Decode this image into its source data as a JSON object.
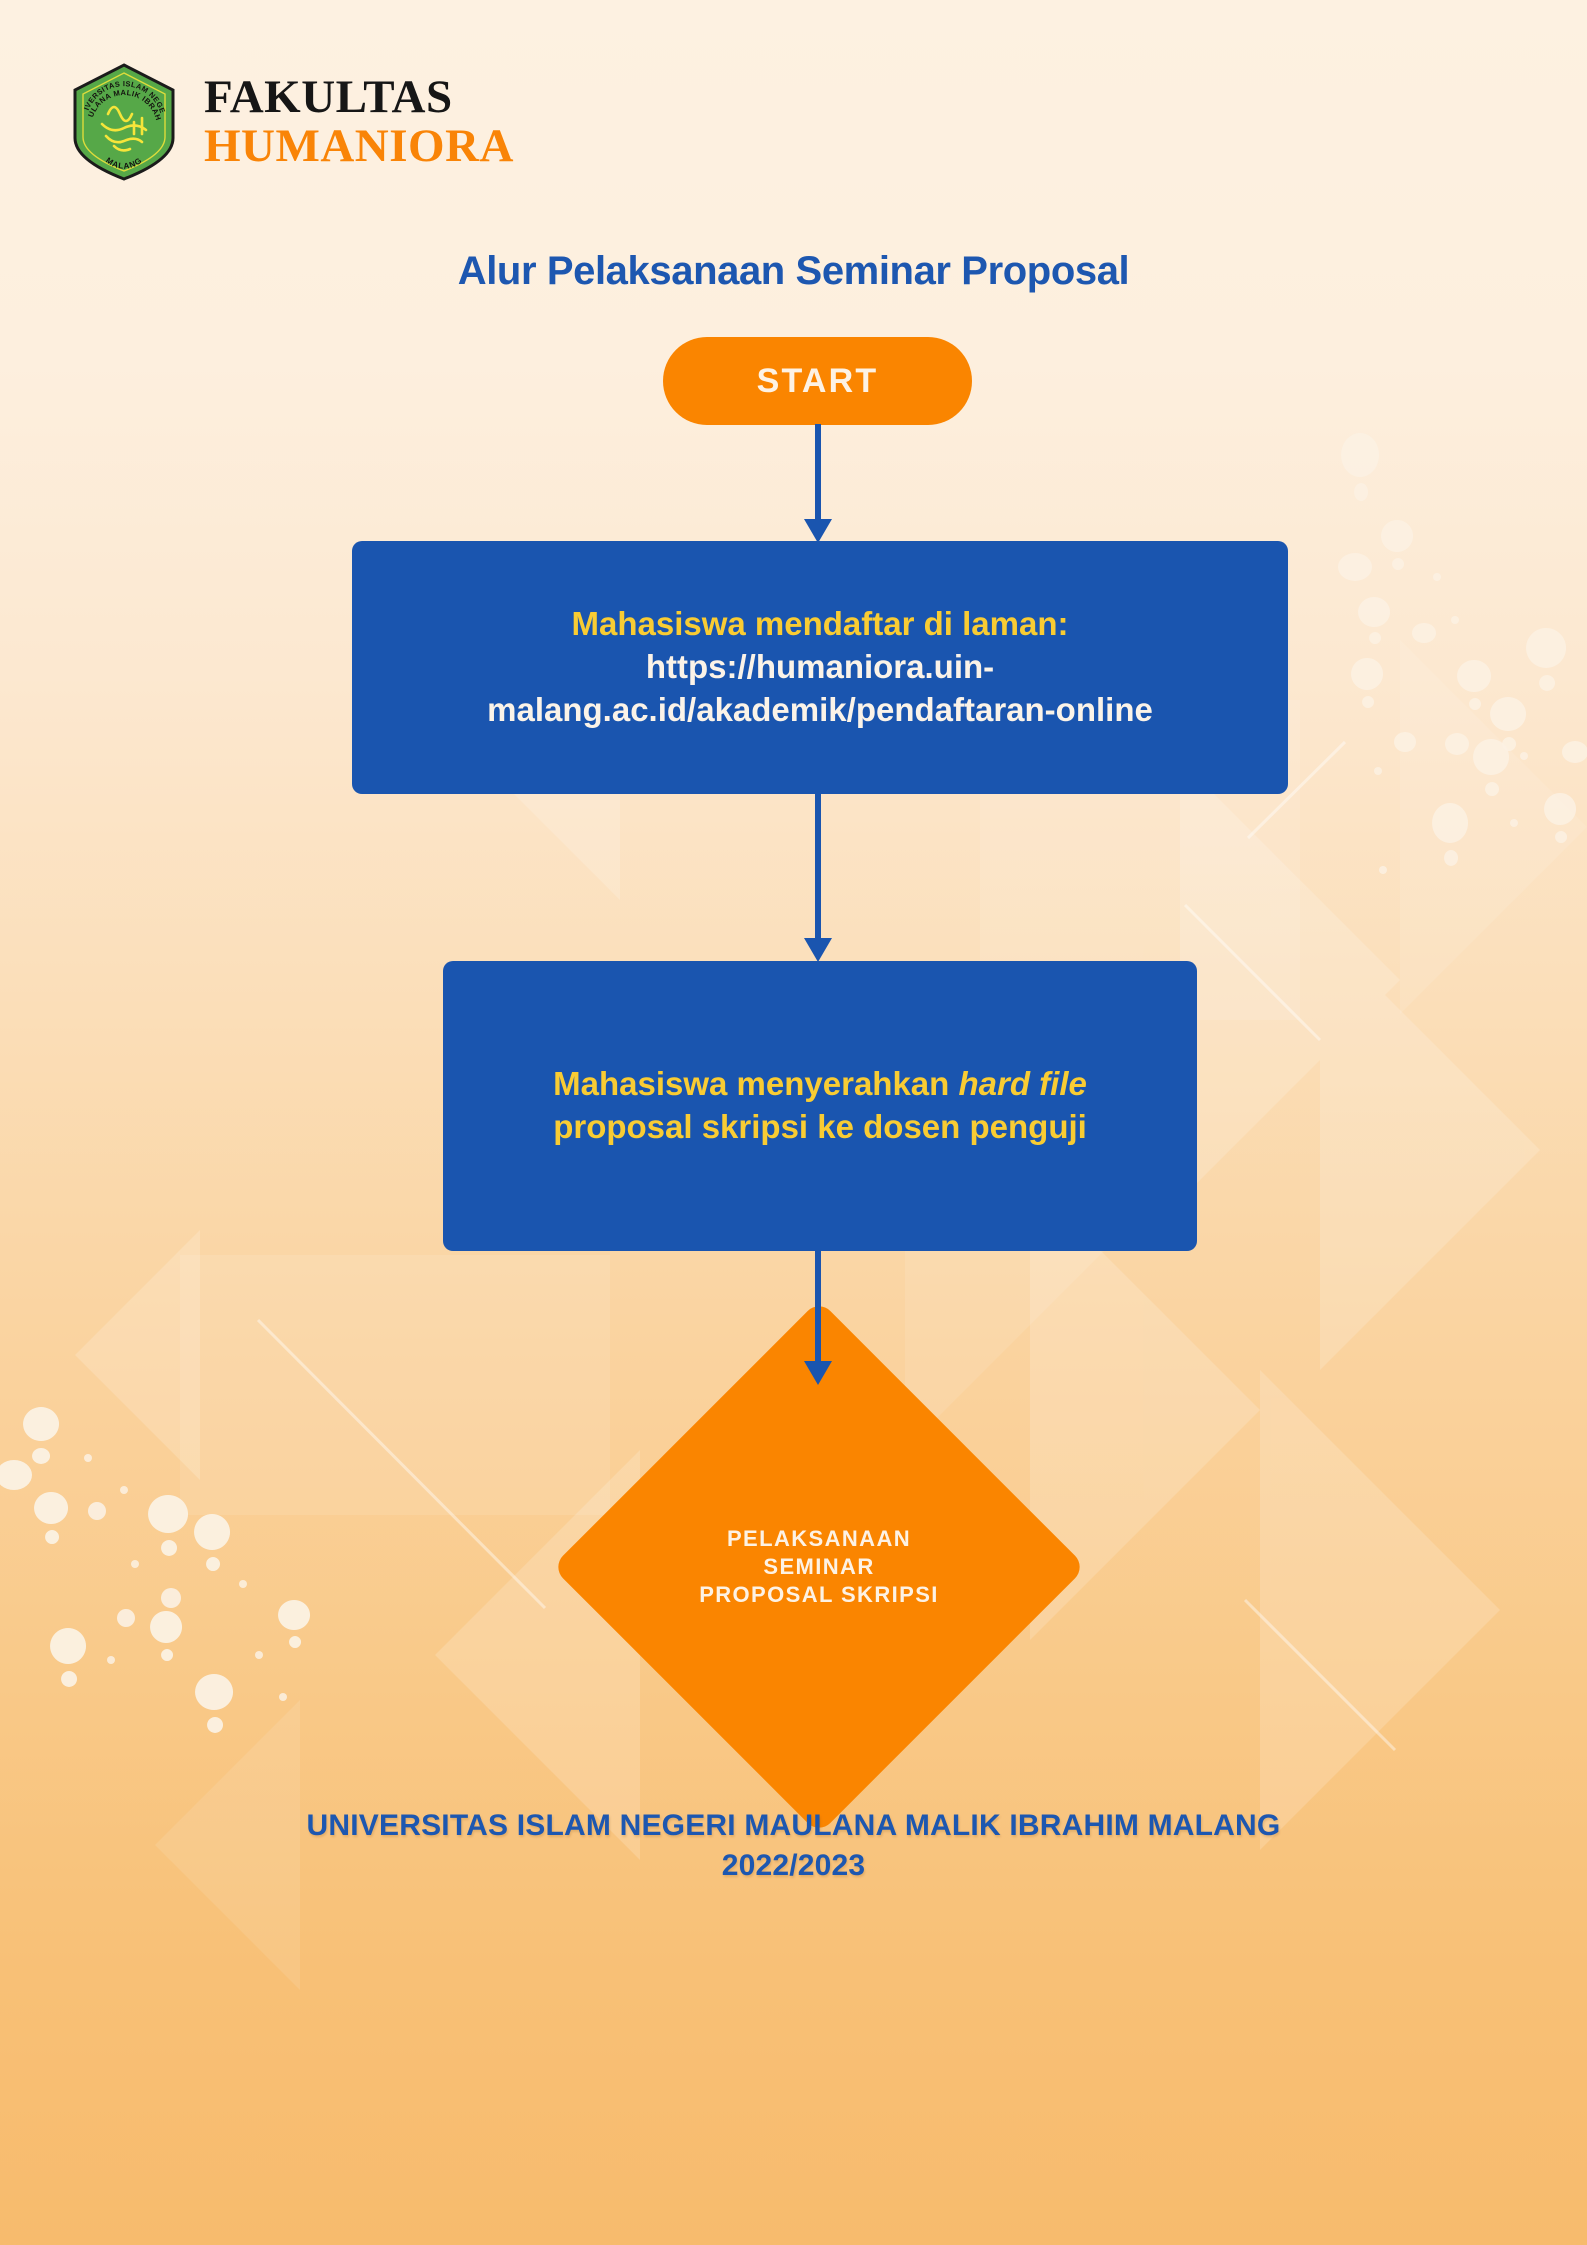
{
  "header": {
    "logo_icon": "uin-malang-crest-icon",
    "logo_alt_lines": [
      "UNIVERSITAS ISLAM NEGERI",
      "MAULANA MALIK IBRAHIM",
      "MALANG"
    ],
    "brand_line1": "FAKULTAS",
    "brand_line2": "HUMANIORA"
  },
  "title": "Alur Pelaksanaan Seminar Proposal",
  "flow": {
    "start": {
      "label": "START",
      "shape": "pill",
      "fill": "#FA8500",
      "text_color": "#FDF2E4"
    },
    "step1": {
      "shape": "rectangle",
      "fill": "#1A55AF",
      "line1": "Mahasiswa mendaftar di laman:",
      "line1_color": "#F9CC33",
      "line2": "https://humaniora.uin-",
      "line3": "malang.ac.id/akademik/pendaftaran-online",
      "url_color": "#FBF3E8"
    },
    "step2": {
      "shape": "rectangle",
      "fill": "#1A55AF",
      "line1_a": "Mahasiswa menyerahkan ",
      "line1_b_italic": "hard file",
      "line2": "proposal skripsi ke dosen penguji",
      "text_color": "#F9CC33"
    },
    "end": {
      "shape": "diamond",
      "fill": "#FA8500",
      "text_color": "#FDF2E4",
      "line1": "PELAKSANAAN",
      "line2": "SEMINAR",
      "line3": "PROPOSAL SKRIPSI"
    },
    "connector_color": "#1A55AF",
    "connectors": [
      "start-to-step1",
      "step1-to-step2",
      "step2-to-end"
    ]
  },
  "footer": {
    "line1": "UNIVERSITAS ISLAM NEGERI MAULANA MALIK IBRAHIM MALANG",
    "line2": "2022/2023",
    "color": "#1D57B0"
  },
  "palette": {
    "background_top": "#FDF1E1",
    "background_bottom": "#F7BB6D",
    "blue": "#1A55AF",
    "orange": "#FA8500",
    "yellow": "#F9CC33",
    "cream": "#FBF3E8",
    "title_blue": "#1D57B0",
    "logo_green": "#56A848"
  }
}
